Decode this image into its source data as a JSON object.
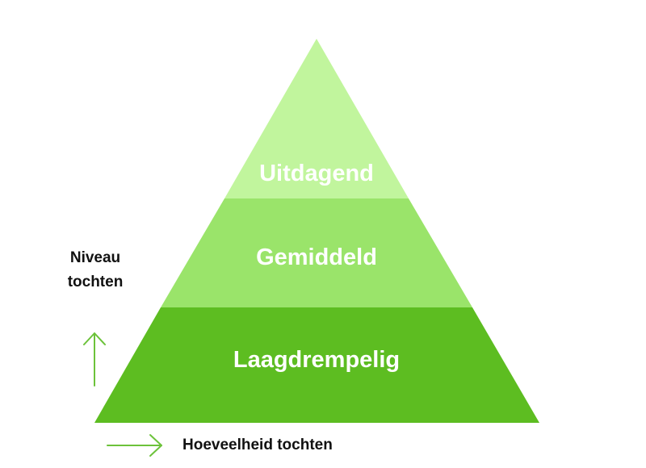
{
  "pyramid": {
    "tiers": [
      {
        "label": "Uitdagend",
        "color": "#c1f59d"
      },
      {
        "label": "Gemiddeld",
        "color": "#9ae46a"
      },
      {
        "label": "Laagdrempelig",
        "color": "#5dbd21"
      }
    ]
  },
  "axes": {
    "y_label_line1": "Niveau",
    "y_label_line2": "tochten",
    "x_label": "Hoeveelheid tochten",
    "arrow_color": "#6cc23a"
  }
}
